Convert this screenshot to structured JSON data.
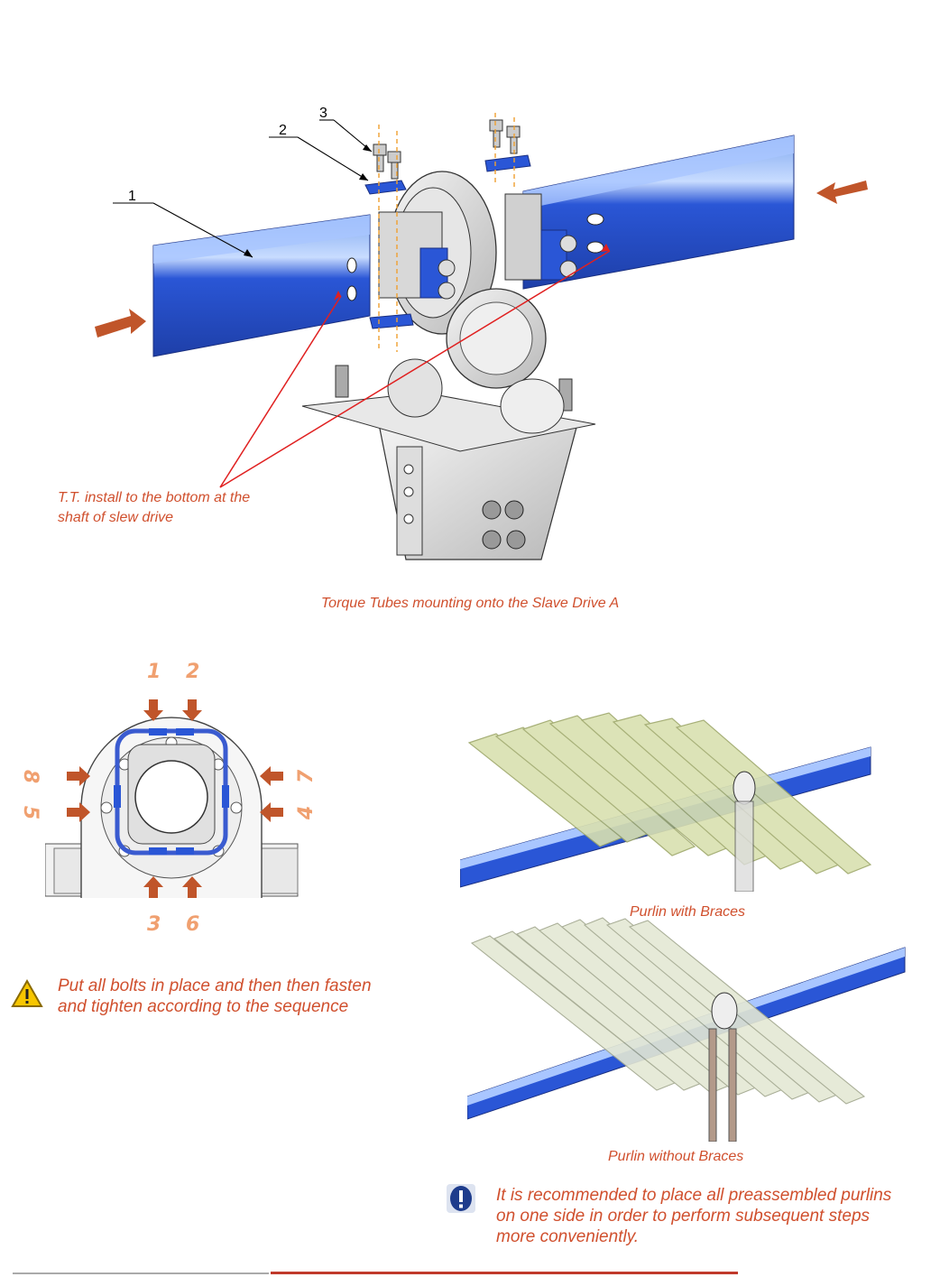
{
  "figure_main": {
    "callouts": [
      "1",
      "2",
      "3"
    ],
    "annotation": [
      "T.T. install to the bottom at the",
      "shaft of slew drive"
    ],
    "caption": "Torque Tubes mounting onto the Slave Drive A"
  },
  "bolt_sequence": {
    "numbers": [
      "1",
      "2",
      "3",
      "4",
      "5",
      "6",
      "7",
      "8"
    ],
    "warning_icon": "warning-triangle-icon",
    "note": [
      "Put all bolts in place and then then fasten",
      "and tighten according to the sequence"
    ]
  },
  "purlin_figures": {
    "caption_braces": "Purlin with Braces",
    "caption_no_braces": "Purlin without Braces"
  },
  "recommendation": {
    "icon": "exclamation-icon",
    "text": [
      "It is recommended to place all preassembled purlins",
      "on one side in order to perform subsequent steps",
      "more conveniently."
    ]
  },
  "colors": {
    "accent": "#d0502e",
    "tube_blue": "#2a56d6",
    "arrow": "#c0552a",
    "sequence_number": "#f0a070"
  }
}
